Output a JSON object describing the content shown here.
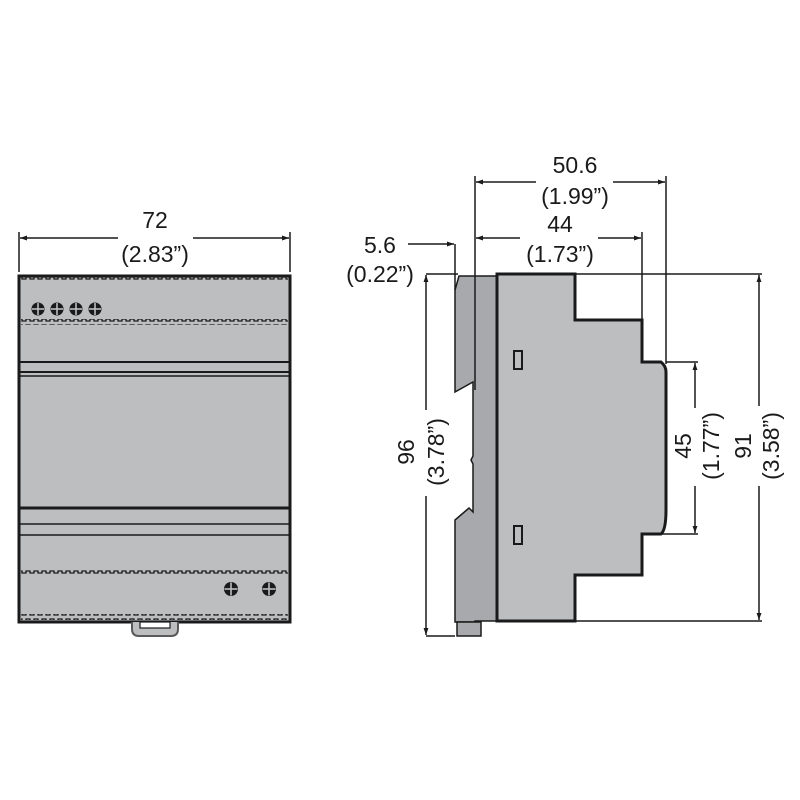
{
  "colors": {
    "body_fill": "#bcbec0",
    "outline": "#1a1a1a",
    "background": "#ffffff"
  },
  "front_view": {
    "width": {
      "mm": "72",
      "inch": "(2.83”)"
    },
    "terminals_top_count": 4,
    "terminals_bottom_count": 2
  },
  "side_view": {
    "depth_overall": {
      "mm": "50.6",
      "inch": "(1.99”)"
    },
    "depth_body": {
      "mm": "44",
      "inch": "(1.73”)"
    },
    "clip_depth": {
      "mm": "5.6",
      "inch": "(0.22”)"
    },
    "height_overall": {
      "mm": "96",
      "inch": "(3.78”)"
    },
    "height_body": {
      "mm": "91",
      "inch": "(3.58”)"
    },
    "front_height": {
      "mm": "45",
      "inch": "(1.77”)"
    }
  }
}
